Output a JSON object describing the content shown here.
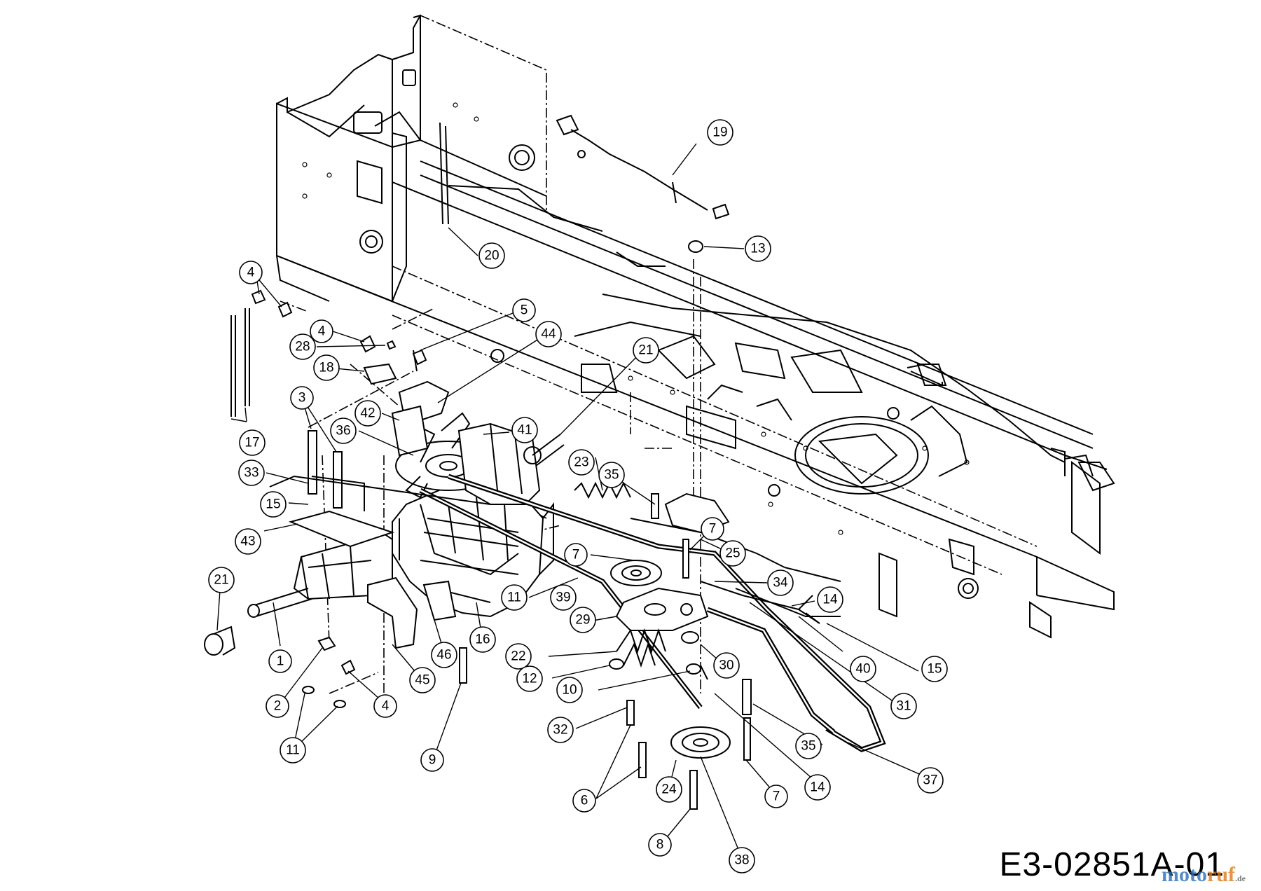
{
  "drawing_code": "E3-02851A-01",
  "watermark": {
    "part1": "moto",
    "part2": "ruf",
    "part3": ".de"
  },
  "colors": {
    "line": "#000000",
    "background": "#ffffff",
    "watermark_blue": "#2a6fb8",
    "watermark_orange": "#e07a1a"
  },
  "callouts": [
    {
      "id": "c19",
      "label": "19"
    },
    {
      "id": "c20",
      "label": "20"
    },
    {
      "id": "c13",
      "label": "13"
    },
    {
      "id": "c4a",
      "label": "4"
    },
    {
      "id": "c5",
      "label": "5"
    },
    {
      "id": "c44",
      "label": "44"
    },
    {
      "id": "c4b",
      "label": "4"
    },
    {
      "id": "c28",
      "label": "28"
    },
    {
      "id": "c18",
      "label": "18"
    },
    {
      "id": "c21a",
      "label": "21"
    },
    {
      "id": "c3",
      "label": "3"
    },
    {
      "id": "c42",
      "label": "42"
    },
    {
      "id": "c36",
      "label": "36"
    },
    {
      "id": "c41",
      "label": "41"
    },
    {
      "id": "c17",
      "label": "17"
    },
    {
      "id": "c33",
      "label": "33"
    },
    {
      "id": "c23",
      "label": "23"
    },
    {
      "id": "c35a",
      "label": "35"
    },
    {
      "id": "c15a",
      "label": "15"
    },
    {
      "id": "c43",
      "label": "43"
    },
    {
      "id": "c7a",
      "label": "7"
    },
    {
      "id": "c7b",
      "label": "7"
    },
    {
      "id": "c25",
      "label": "25"
    },
    {
      "id": "c21b",
      "label": "21"
    },
    {
      "id": "c34",
      "label": "34"
    },
    {
      "id": "c11a",
      "label": "11"
    },
    {
      "id": "c39",
      "label": "39"
    },
    {
      "id": "c14a",
      "label": "14"
    },
    {
      "id": "c29",
      "label": "29"
    },
    {
      "id": "c1",
      "label": "1"
    },
    {
      "id": "c46",
      "label": "46"
    },
    {
      "id": "c16",
      "label": "16"
    },
    {
      "id": "c22",
      "label": "22"
    },
    {
      "id": "c30",
      "label": "30"
    },
    {
      "id": "c40",
      "label": "40"
    },
    {
      "id": "c15b",
      "label": "15"
    },
    {
      "id": "c2",
      "label": "2"
    },
    {
      "id": "c45",
      "label": "45"
    },
    {
      "id": "c12",
      "label": "12"
    },
    {
      "id": "c10",
      "label": "10"
    },
    {
      "id": "c31",
      "label": "31"
    },
    {
      "id": "c4c",
      "label": "4"
    },
    {
      "id": "c32",
      "label": "32"
    },
    {
      "id": "c35b",
      "label": "35"
    },
    {
      "id": "c11b",
      "label": "11"
    },
    {
      "id": "c9",
      "label": "9"
    },
    {
      "id": "c37",
      "label": "37"
    },
    {
      "id": "c6",
      "label": "6"
    },
    {
      "id": "c24",
      "label": "24"
    },
    {
      "id": "c7c",
      "label": "7"
    },
    {
      "id": "c14b",
      "label": "14"
    },
    {
      "id": "c8",
      "label": "8"
    },
    {
      "id": "c38",
      "label": "38"
    }
  ]
}
